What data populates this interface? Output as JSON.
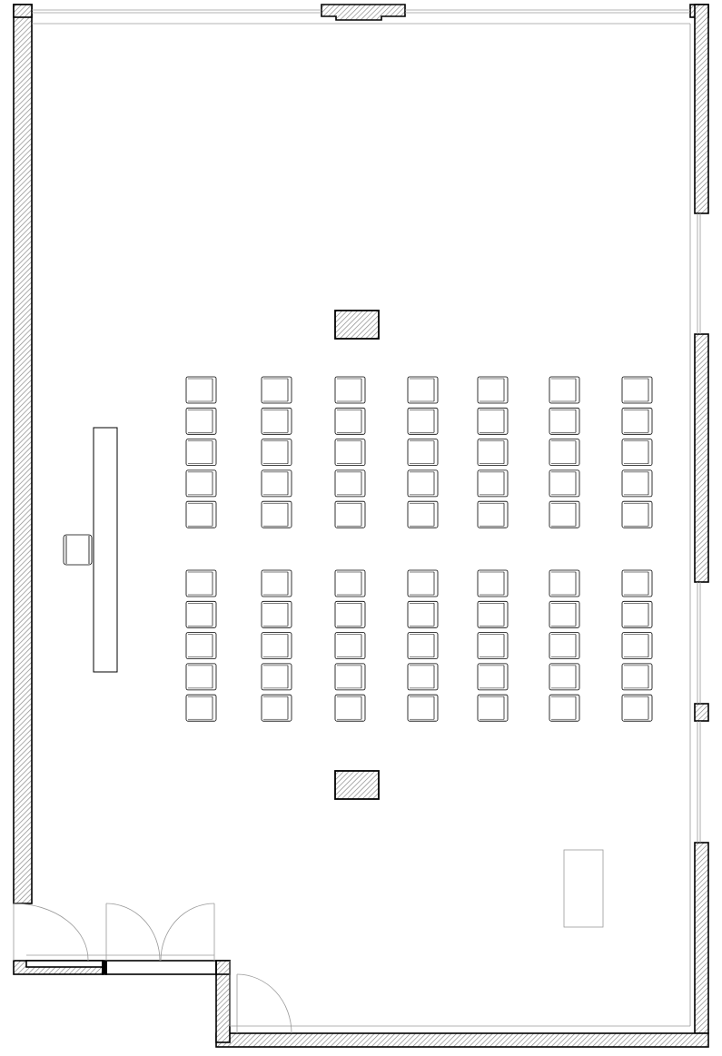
{
  "plan": {
    "title": "",
    "room": "lecture-hall",
    "seating": {
      "blocks": 2,
      "columns": 7,
      "rows_per_block": 5,
      "seat_count": 70
    },
    "features": [
      "lectern-desk",
      "presenter-chair",
      "structural-column",
      "structural-column",
      "side-table",
      "entrance-double-door",
      "entrance-single-door",
      "door",
      "window"
    ],
    "colors": {
      "wall_fill": "#d0d0d0",
      "wall_stroke": "#000000",
      "line": "#000000",
      "thin_line": "#9a9a9a",
      "background": "#ffffff"
    }
  }
}
